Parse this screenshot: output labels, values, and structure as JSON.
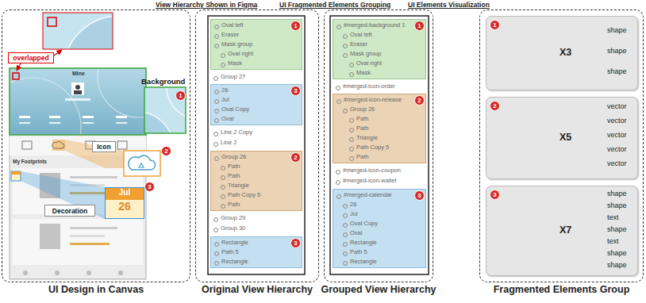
{
  "diagram": {
    "nodes": [
      {
        "text": [
          "UI Design in Canvas"
        ]
      },
      {
        "text": [
          "overlapped"
        ],
        "in": 0
      },
      {
        "text": [
          "1"
        ],
        "in": 0
      },
      {
        "text": [
          "Icon"
        ],
        "in": 0
      },
      {
        "text": [
          "2"
        ],
        "in": 0
      },
      {
        "text": [
          "Decoration"
        ],
        "in": 0
      },
      {
        "text": [
          "Jul",
          "26"
        ],
        "in": 0
      },
      {
        "text": [
          "3"
        ],
        "in": 0
      },
      {
        "text": [
          "Original View Hierarchy"
        ]
      },
      {
        "text": [
          "Oval left",
          "Eraser",
          "Mask group",
          "Oval right",
          "Mask"
        ],
        "in": 8
      },
      {
        "text": [
          "1"
        ],
        "in": 9
      },
      {
        "text": [
          "26",
          "Jul",
          "Oval Copy",
          "Oval"
        ],
        "in": 8
      },
      {
        "text": [
          "3"
        ],
        "in": 11
      },
      {
        "text": [
          "Group 26",
          "Path",
          "Path",
          "Triangle",
          "Path Copy 5",
          "Path"
        ],
        "in": 8
      },
      {
        "text": [
          "2"
        ],
        "in": 13
      },
      {
        "text": [
          "Rectangle",
          "Path 5",
          "Rectangle"
        ],
        "in": 8
      },
      {
        "text": [
          "3"
        ],
        "in": 15
      },
      {
        "text": [
          "Grouped View Hierarchy"
        ]
      },
      {
        "text": [
          "#merged-background 1",
          "Oval left",
          "Eraser",
          "Mask group",
          "Oval right",
          "Mask"
        ],
        "in": 17
      },
      {
        "text": [
          "1"
        ],
        "in": 18
      },
      {
        "text": [
          "#merged-icon-release",
          "Group 26",
          "Path",
          "Path",
          "Triangle",
          "Path Copy 5",
          "Path"
        ],
        "in": 17
      },
      {
        "text": [
          "2"
        ],
        "in": 20
      },
      {
        "text": [
          "#merged-calendar",
          "26",
          "Jul",
          "Oval Copy",
          "Oval",
          "Rectangle",
          "Path 5",
          "Rectangle"
        ],
        "in": 17
      },
      {
        "text": [
          "3"
        ],
        "in": 22
      },
      {
        "text": [
          "Fragmented Elements Group"
        ]
      },
      {
        "text": [
          "X3",
          "shape",
          "shape",
          "shape"
        ],
        "in": 24
      },
      {
        "text": [
          "1"
        ],
        "in": 25
      },
      {
        "text": [
          "X5",
          "vector",
          "vector",
          "vector",
          "vector",
          "vector"
        ],
        "in": 24
      },
      {
        "text": [
          "2"
        ],
        "in": 27
      },
      {
        "text": [
          "X7",
          "shape",
          "shape",
          "text",
          "shape",
          "text",
          "shape",
          "shape"
        ],
        "in": 24
      },
      {
        "text": [
          "3"
        ],
        "in": 29
      }
    ],
    "labels": [
      "View Hierarchy Shown in Figma",
      "UI Fragmented Elements Grouping",
      "UI Elements Visualization",
      "Mine",
      "My Footprints",
      "Background",
      "Group 27",
      "Line 2 Copy",
      "Line 2",
      "Group 29",
      "Group 30",
      "#merged-icon-order",
      "#merged-icon-coupon",
      "#merged-icon-wallet"
    ]
  }
}
